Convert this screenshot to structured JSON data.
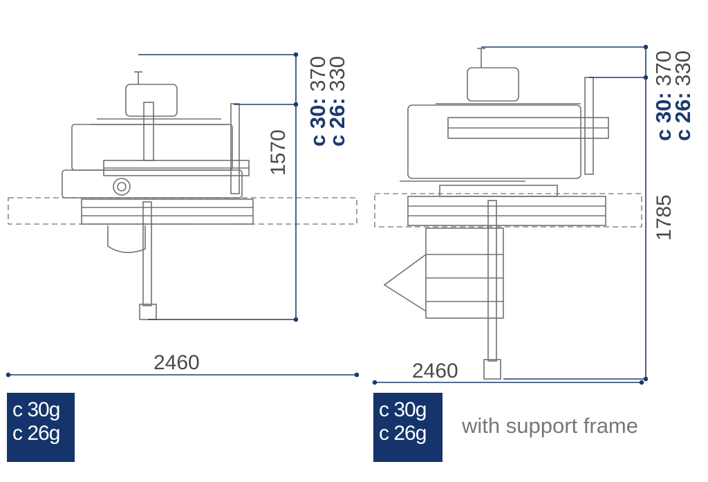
{
  "left_view": {
    "width_dim": "2460",
    "height_dim": "1570",
    "model_c30_label": "c 30:",
    "model_c30_value": "370",
    "model_c26_label": "c 26:",
    "model_c26_value": "330",
    "badge_line1": "c 30g",
    "badge_line2": "c 26g"
  },
  "right_view": {
    "width_dim": "2460",
    "height_dim": "1785",
    "model_c30_label": "c 30:",
    "model_c30_value": "370",
    "model_c26_label": "c 26:",
    "model_c26_value": "330",
    "badge_line1": "c 30g",
    "badge_line2": "c 26g",
    "caption": "with support frame"
  },
  "colors": {
    "dimension_line": "#1d3a6e",
    "machine_line": "#6e6e6e",
    "dashed_table": "#8a8a8a",
    "badge_bg": "#14346b"
  }
}
